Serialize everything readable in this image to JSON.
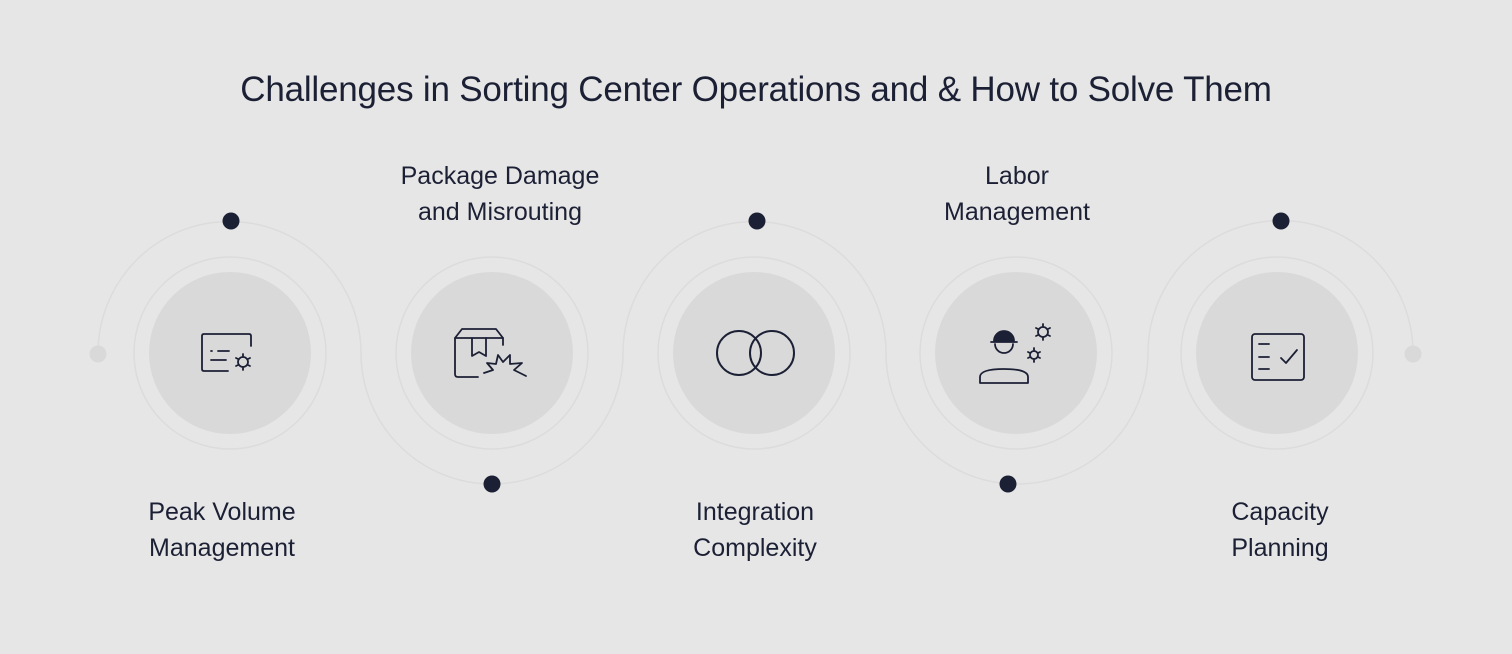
{
  "title": "Challenges in Sorting Center Operations and & How to Solve Them",
  "colors": {
    "background": "#e6e6e6",
    "text": "#1c2035",
    "inner_circle": "#d9d9d9",
    "ring_stroke": "#dcdcdc",
    "dot_dark": "#1c2035",
    "dot_light": "#d9d9d9"
  },
  "steps": [
    {
      "label_line1": "Peak Volume",
      "label_line2": "Management",
      "icon": "settings-document-icon",
      "label_position": "below"
    },
    {
      "label_line1": "Package Damage",
      "label_line2": "and Misrouting",
      "icon": "damaged-box-icon",
      "label_position": "above"
    },
    {
      "label_line1": "Integration",
      "label_line2": "Complexity",
      "icon": "overlapping-circles-icon",
      "label_position": "below"
    },
    {
      "label_line1": "Labor",
      "label_line2": "Management",
      "icon": "worker-gears-icon",
      "label_position": "above"
    },
    {
      "label_line1": "Capacity",
      "label_line2": "Planning",
      "icon": "checklist-icon",
      "label_position": "below"
    }
  ]
}
